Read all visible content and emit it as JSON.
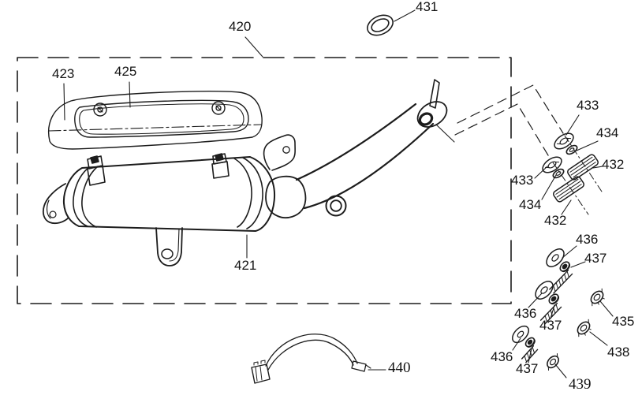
{
  "diagram": {
    "kind": "exploded-parts-diagram",
    "background_color": "#ffffff",
    "line_color": "#1c1c1c"
  },
  "labels": {
    "l420": {
      "text": "420"
    },
    "l421": {
      "text": "421"
    },
    "l423": {
      "text": "423"
    },
    "l425": {
      "text": "425"
    },
    "l431": {
      "text": "431"
    },
    "l432a": {
      "text": "432"
    },
    "l432b": {
      "text": "432"
    },
    "l433a": {
      "text": "433"
    },
    "l433b": {
      "text": "433"
    },
    "l434a": {
      "text": "434"
    },
    "l434b": {
      "text": "434"
    },
    "l435": {
      "text": "435"
    },
    "l436a": {
      "text": "436"
    },
    "l436b": {
      "text": "436"
    },
    "l436c": {
      "text": "436"
    },
    "l437a": {
      "text": "437"
    },
    "l437b": {
      "text": "437"
    },
    "l437c": {
      "text": "437"
    },
    "l438": {
      "text": "438"
    },
    "l439": {
      "text": "439"
    },
    "l440": {
      "text": "440"
    }
  }
}
